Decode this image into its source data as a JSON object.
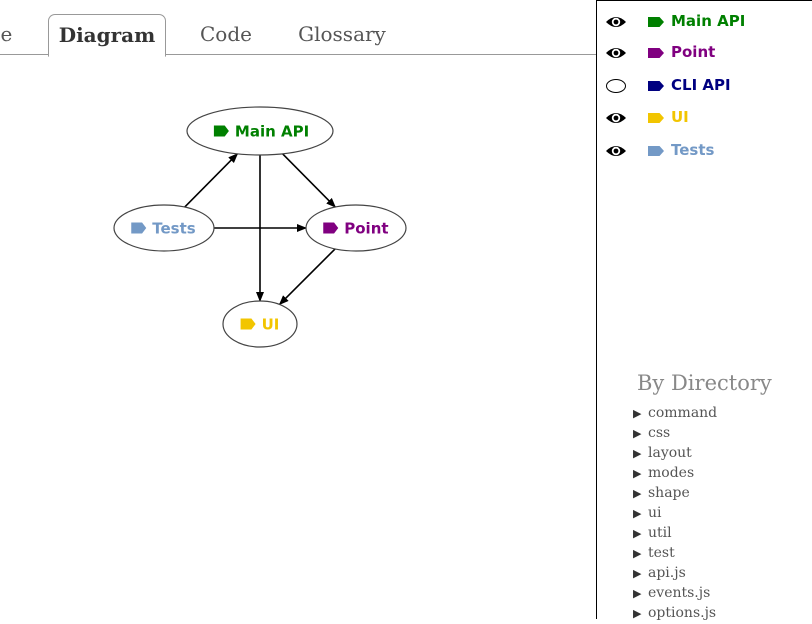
{
  "tabs": [
    {
      "label": "ge"
    },
    {
      "label": "Diagram"
    },
    {
      "label": "Code"
    },
    {
      "label": "Glossary"
    }
  ],
  "diagram": {
    "nodes": [
      {
        "id": "main-api",
        "label": "Main API",
        "color": "#008000"
      },
      {
        "id": "tests",
        "label": "Tests",
        "color": "#7399c6"
      },
      {
        "id": "point",
        "label": "Point",
        "color": "#800080"
      },
      {
        "id": "ui",
        "label": "UI",
        "color": "#f2c500"
      }
    ],
    "edges": [
      {
        "from": "tests",
        "to": "main-api"
      },
      {
        "from": "tests",
        "to": "point"
      },
      {
        "from": "main-api",
        "to": "point"
      },
      {
        "from": "main-api",
        "to": "ui"
      },
      {
        "from": "point",
        "to": "ui"
      }
    ]
  },
  "legend": [
    {
      "label": "Main API",
      "color": "#008000",
      "visible": true,
      "icon": "eye-icon"
    },
    {
      "label": "Point",
      "color": "#800080",
      "visible": true,
      "icon": "eye-icon"
    },
    {
      "label": "CLI API",
      "color": "#000080",
      "visible": false,
      "icon": "eye-closed-icon"
    },
    {
      "label": "UI",
      "color": "#f2c500",
      "visible": true,
      "icon": "eye-icon"
    },
    {
      "label": "Tests",
      "color": "#7399c6",
      "visible": true,
      "icon": "eye-icon"
    }
  ],
  "directory": {
    "heading": "By Directory",
    "items": [
      "command",
      "css",
      "layout",
      "modes",
      "shape",
      "ui",
      "util",
      "test",
      "api.js",
      "events.js",
      "options.js"
    ]
  }
}
